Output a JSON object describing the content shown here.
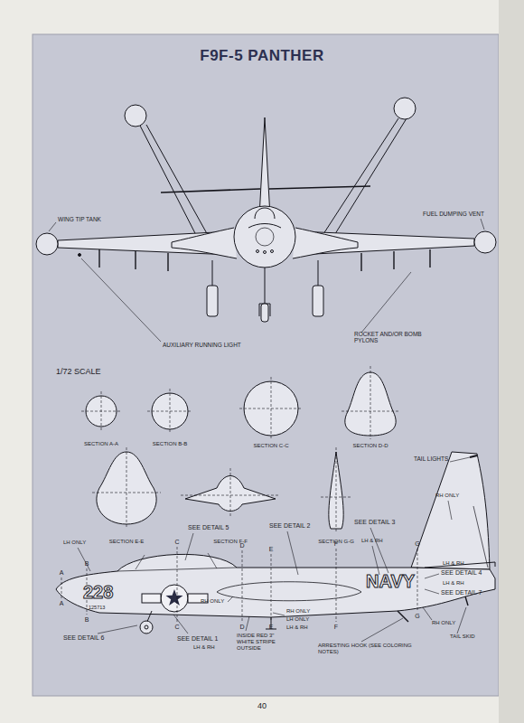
{
  "diagram": {
    "title": "F9F-5 PANTHER",
    "labels": [
      "WING TIP TANK",
      "FUEL DUMPING VENT",
      "AUXILIARY RUNNING LIGHT",
      "ROCKET AND/OR BOMB PYLONS",
      "1/72 SCALE",
      "SECTION A-A",
      "SECTION B-B",
      "SECTION C-C",
      "SECTION D-D",
      "SECTION E-E",
      "SECTION F-F",
      "SECTION G-G",
      "TAIL LIGHTS",
      "RH ONLY",
      "SEE DETAIL 5",
      "SEE DETAIL 2",
      "SEE DETAIL 3",
      "LH ONLY",
      "LH & RH",
      "228",
      "125713",
      "NAVY",
      "LH & RH",
      "SEE DETAIL 4",
      "LH & RH",
      "SEE DETAIL 7",
      "RH ONLY",
      "TAIL SKID",
      "ARRESTING HOOK (SEE COLORING NOTES)",
      "RH ONLY",
      "LH ONLY",
      "LH & RH",
      "RH ONLY",
      "SEE DETAIL 6",
      "SEE DETAIL 1",
      "LH & RH",
      "INSIDE RED 3\" WHITE STRIPE OUTSIDE",
      "40",
      "A",
      "A",
      "B",
      "B",
      "C",
      "C",
      "D",
      "D",
      "E",
      "E",
      "F",
      "F",
      "G",
      "G"
    ]
  }
}
